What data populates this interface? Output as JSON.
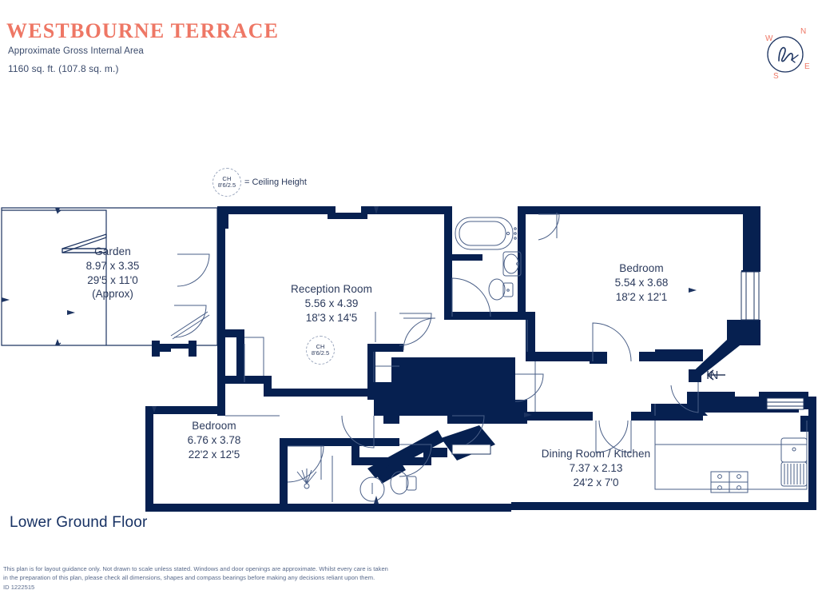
{
  "header": {
    "title": "WESTBOURNE TERRACE",
    "subtitle": "Approximate Gross Internal Area",
    "area": "1160 sq. ft. (107.8 sq. m.)",
    "title_color": "#ee7765"
  },
  "compass": {
    "north": "N",
    "east": "E",
    "south": "S",
    "west": "W",
    "ring_color": "#1d3461",
    "label_color": "#ee7765"
  },
  "legend": {
    "ch_label": "CH",
    "ch_value": "8'6/2.5",
    "text": "= Ceiling Height"
  },
  "ceiling_markers": [
    {
      "label": "CH",
      "value": "8'6/2.5"
    }
  ],
  "rooms": [
    {
      "name": "Garden",
      "metric": "8.97 x 3.35",
      "imperial": "29'5 x 11'0",
      "note": "(Approx)"
    },
    {
      "name": "Reception Room",
      "metric": "5.56 x 4.39",
      "imperial": "18'3 x 14'5",
      "note": ""
    },
    {
      "name": "Bedroom",
      "metric": "5.54 x 3.68",
      "imperial": "18'2 x 12'1",
      "note": ""
    },
    {
      "name": "Bedroom",
      "metric": "6.76 x 3.78",
      "imperial": "22'2 x 12'5",
      "note": ""
    },
    {
      "name": "Dining Room / Kitchen",
      "metric": "7.37 x 2.13",
      "imperial": "24'2 x 7'0",
      "note": ""
    }
  ],
  "entrance": {
    "label": "IN"
  },
  "floor_caption": "Lower Ground Floor",
  "footer": {
    "line1": "This plan is for layout guidance only. Not drawn to scale unless stated. Windows and door openings are approximate. Whilst every care is taken",
    "line2": "in the preparation of this plan, please check all dimensions, shapes and compass bearings before making any decisions reliant upon them.",
    "id": "ID 1222515"
  },
  "colors": {
    "wall": "#062050",
    "text": "#2b3a5c",
    "accent": "#ee7765",
    "thin_line": "#4a5f87"
  }
}
